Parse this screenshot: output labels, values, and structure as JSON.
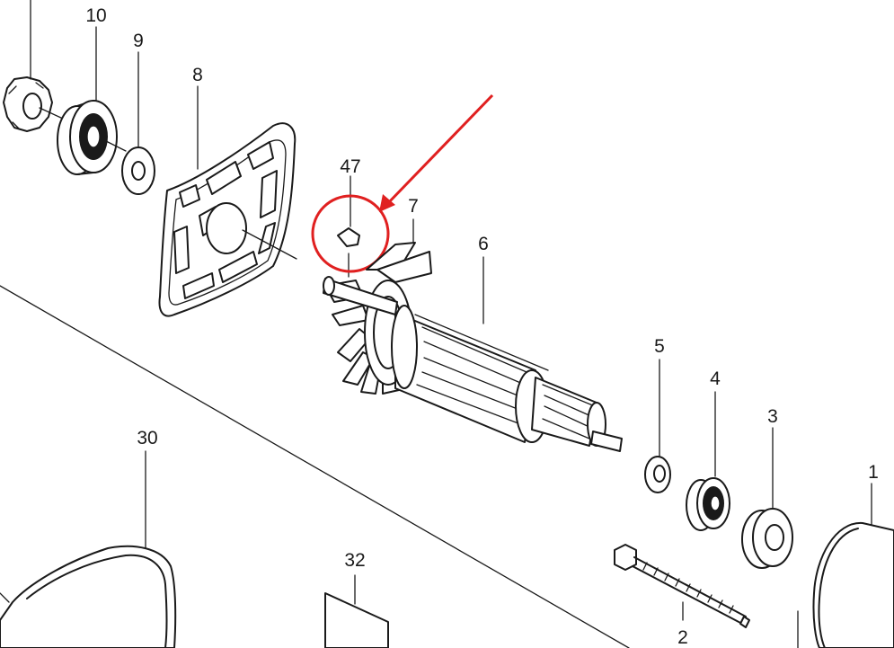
{
  "parts": [
    {
      "label": "10"
    },
    {
      "label": "9"
    },
    {
      "label": "8"
    },
    {
      "label": "47"
    },
    {
      "label": "7"
    },
    {
      "label": "6"
    },
    {
      "label": "5"
    },
    {
      "label": "4"
    },
    {
      "label": "3"
    },
    {
      "label": "1"
    },
    {
      "label": "30"
    },
    {
      "label": "32"
    },
    {
      "label": "2"
    }
  ],
  "annotation": {
    "color": "#e02020",
    "highlighted_part": "47"
  }
}
